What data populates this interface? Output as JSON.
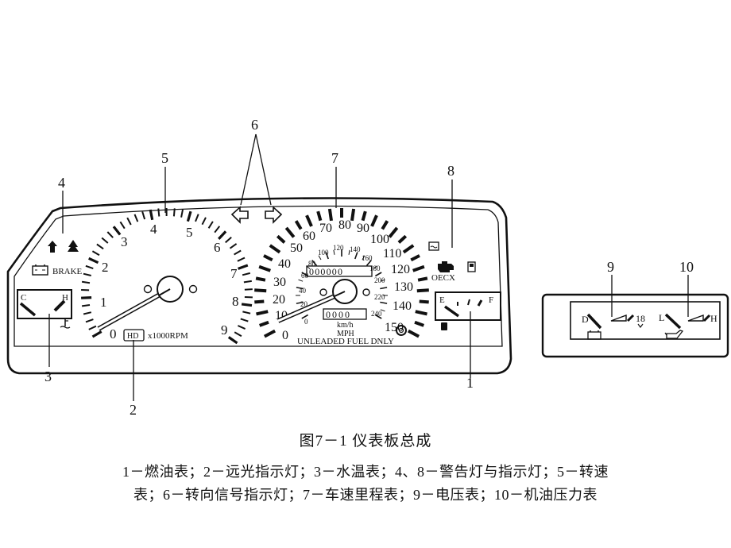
{
  "callouts": {
    "c1": "1",
    "c2": "2",
    "c3": "3",
    "c4": "4",
    "c5": "5",
    "c6": "6",
    "c7": "7",
    "c8": "8",
    "c9": "9",
    "c10": "10"
  },
  "tachometer": {
    "scale_labels": [
      "0",
      "1",
      "2",
      "3",
      "4",
      "5",
      "6",
      "7",
      "8",
      "9"
    ],
    "unit": "x1000RPM",
    "hd_badge": "HD"
  },
  "speedometer": {
    "mph_labels": [
      "0",
      "10",
      "20",
      "30",
      "40",
      "50",
      "60",
      "70",
      "80",
      "90",
      "100",
      "110",
      "120",
      "130",
      "140",
      "150"
    ],
    "kmh_labels": [
      "0",
      "20",
      "40",
      "60",
      "80",
      "100",
      "120",
      "140",
      "160",
      "180",
      "200",
      "220",
      "240"
    ],
    "odometer": "000000",
    "trip": "0000",
    "unit_kmh": "km/h",
    "unit_mph": "MPH",
    "fuel_notice": "UNLEADED FUEL DNLY"
  },
  "temp_gauge": {
    "cold": "C",
    "hot": "H"
  },
  "fuel_gauge": {
    "empty": "E",
    "full": "F"
  },
  "indicators": {
    "brake": "BRAKE",
    "check_engine": "OECX"
  },
  "voltmeter": {
    "low": "D",
    "value": "18"
  },
  "oil_gauge": {
    "low": "L",
    "high": "H"
  },
  "caption": {
    "title": "图7－1 仪表板总成",
    "line1": "1－燃油表；2－远光指示灯；3－水温表；4、8－警告灯与指示灯；5－转速",
    "line2": "表；6－转向信号指示灯；7－车速里程表；9－电压表；10－机油压力表"
  }
}
